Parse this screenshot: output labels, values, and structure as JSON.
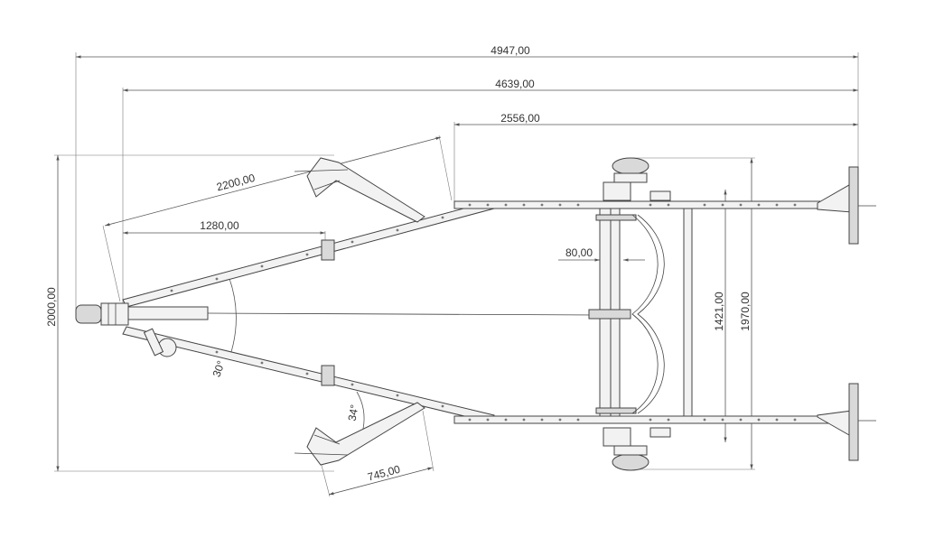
{
  "dimensions": {
    "overall_length": "4947,00",
    "frame_length": "4639,00",
    "rear_frame_length": "2556,00",
    "arm_length": "2200,00",
    "support_offset": "1280,00",
    "axle_offset": "80,00",
    "track_inner": "1421,00",
    "track_outer": "1970,00",
    "overall_width": "2000,00",
    "support_length": "745,00"
  },
  "angles": {
    "drawbar_angle": "30°",
    "support_angle": "34°"
  }
}
